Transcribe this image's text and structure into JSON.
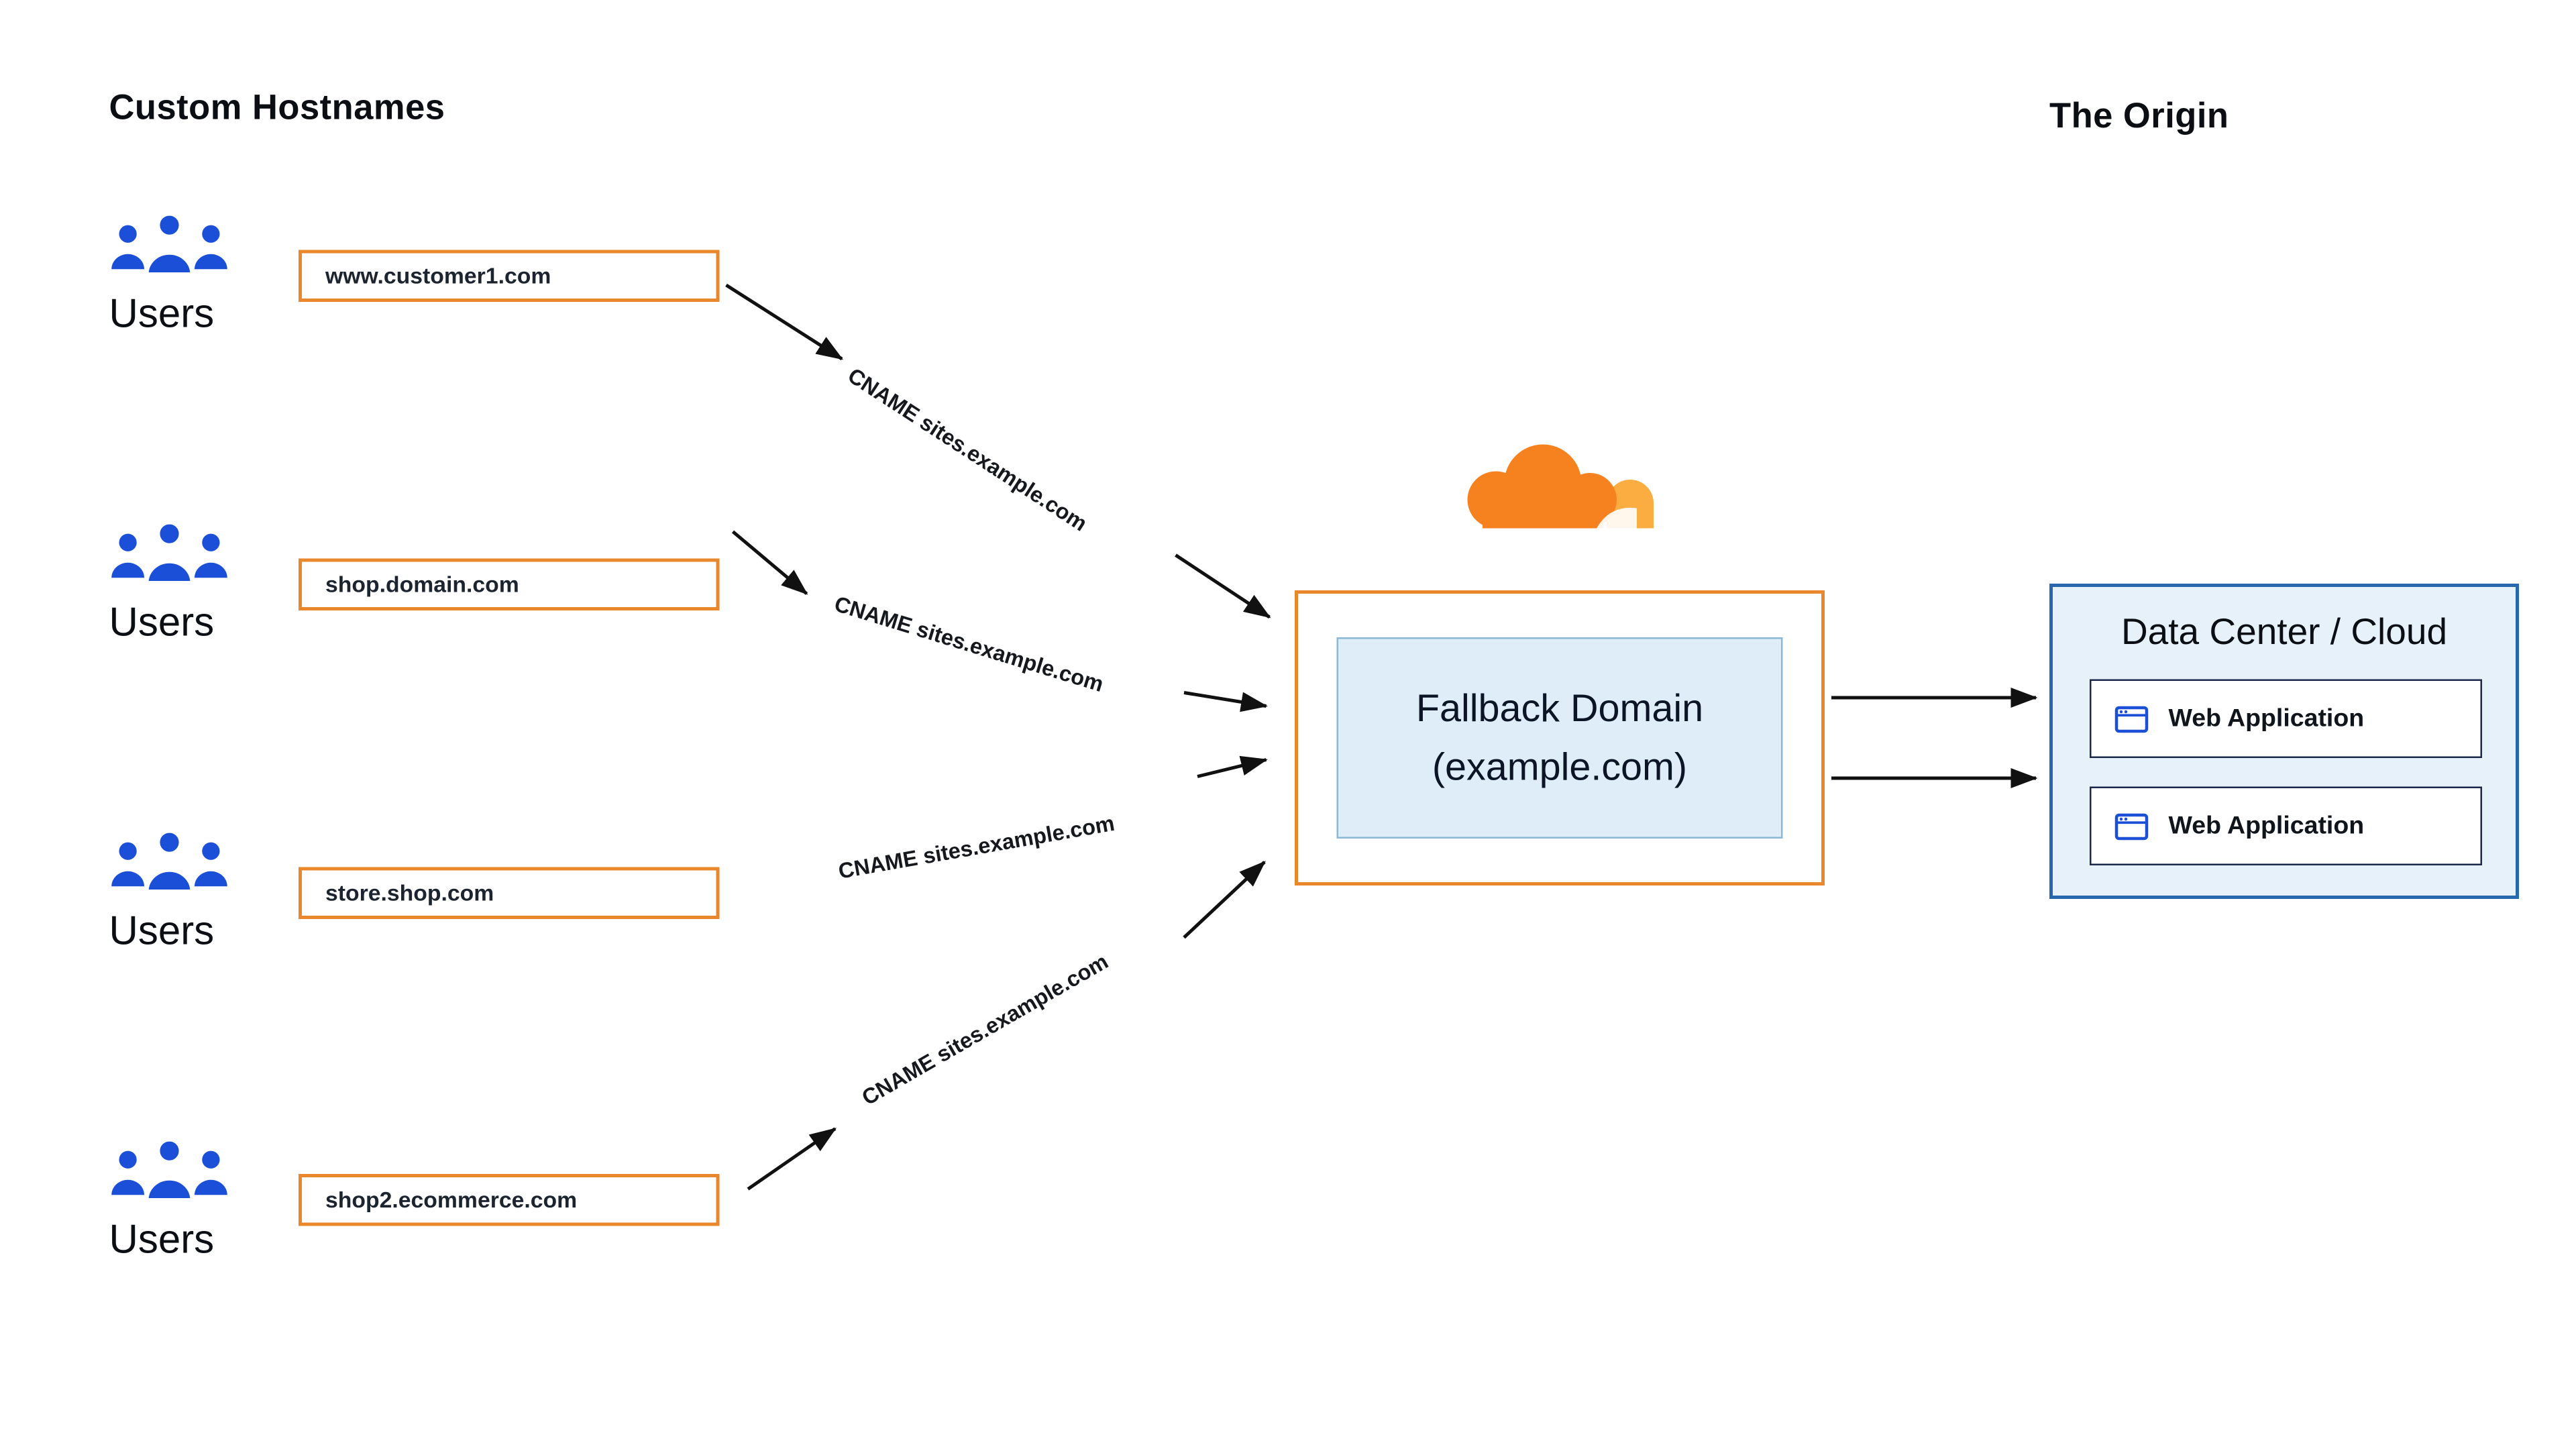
{
  "titles": {
    "custom_hostnames": "Custom Hostnames",
    "origin": "The Origin"
  },
  "users_label": "Users",
  "rows": [
    {
      "hostname": "www.customer1.com",
      "cname": "CNAME sites.example.com"
    },
    {
      "hostname": "shop.domain.com",
      "cname": "CNAME sites.example.com"
    },
    {
      "hostname": "store.shop.com",
      "cname": "CNAME sites.example.com"
    },
    {
      "hostname": "shop2.ecommerce.com",
      "cname": "CNAME sites.example.com"
    }
  ],
  "fallback": {
    "line1": "Fallback Domain",
    "line2": "(example.com)"
  },
  "data_center": {
    "title": "Data Center / Cloud",
    "apps": [
      {
        "label": "Web Application"
      },
      {
        "label": "Web Application"
      }
    ]
  },
  "icons": {
    "users": "users-group-icon",
    "cloudflare": "cloudflare-logo",
    "web_app": "browser-window-icon"
  },
  "colors": {
    "cloudflare_orange": "#F6821F",
    "cloudflare_orange_light": "#FBAD41",
    "box_border_orange": "#E8872B",
    "icon_blue": "#1B4FD8",
    "data_center_border": "#2767AE",
    "data_center_fill": "#E7F1FA",
    "fallback_fill": "#DEEDF8",
    "arrow": "#111111"
  }
}
